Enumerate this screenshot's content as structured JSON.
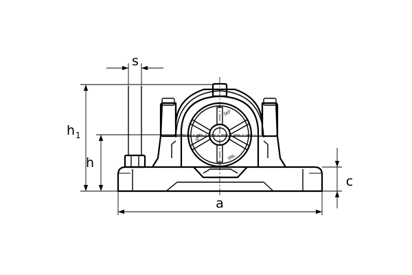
{
  "labels": {
    "s": "s",
    "h1_main": "h",
    "h1_sub": "1",
    "h": "h",
    "a": "a",
    "c": "c"
  },
  "markings": {
    "top": "SKF",
    "left": "SNL",
    "lower": "SNL"
  }
}
